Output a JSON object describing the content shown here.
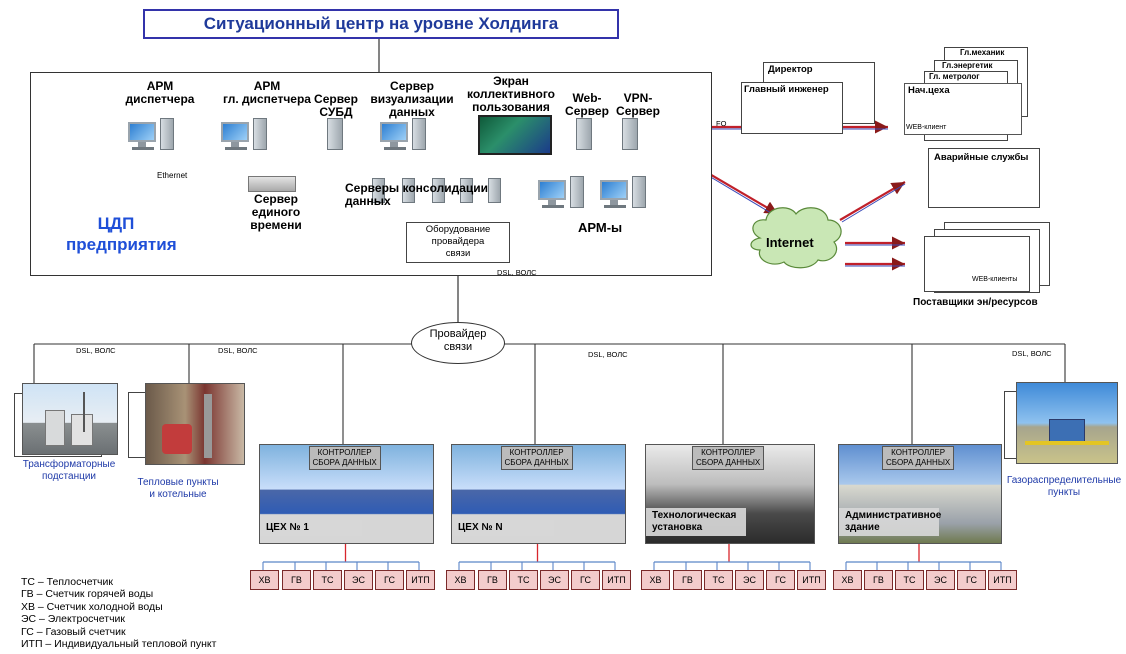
{
  "title": "Ситуационный центр на уровне Холдинга",
  "cdp": {
    "label_line1": "ЦДП",
    "label_line2": "предприятия",
    "arm_dispatcher": [
      "АРМ",
      "диспетчера"
    ],
    "arm_chief_dispatcher": [
      "АРМ",
      "гл. диспетчера"
    ],
    "dbms_server": [
      "Сервер",
      "СУБД"
    ],
    "viz_server": [
      "Сервер",
      "визуализации",
      "данных"
    ],
    "shared_screen": [
      "Экран",
      "коллективного",
      "пользования"
    ],
    "web_server": [
      "Web-",
      "Сервер"
    ],
    "vpn_server": [
      "VPN-",
      "Сервер"
    ],
    "ethernet": "Ethernet",
    "time_server": [
      "Сервер",
      "единого времени"
    ],
    "consolidation_servers": "Серверы консолидации данных",
    "arms": "АРМ-ы",
    "provider_equipment": [
      "Оборудование",
      "провайдера",
      "связи"
    ]
  },
  "links": {
    "fo": "FO",
    "dsl_1": "DSL, ВОЛС",
    "dsl_2": "DSL, ВОЛС",
    "dsl_3": "DSL, ВОЛС",
    "dsl_4": "DSL, ВОЛС",
    "dsl_5": "DSL, ВОЛС"
  },
  "right": {
    "chief_mechanic": "Гл.механик",
    "chief_power": "Гл.энергетик",
    "chief_metrologist": "Гл. метролог",
    "head_shop": "Нач.цеха",
    "web_client": "WEB-клиент",
    "director": "Директор",
    "chief_engineer": "Главный инженер",
    "emergency": "Аварийные службы",
    "internet": "Internet",
    "web_clients": "WEB-клиенты",
    "suppliers": "Поставщики эн/ресурсов"
  },
  "provider": [
    "Провайдер",
    "связи"
  ],
  "sites": {
    "transformer": [
      "Трансформаторные",
      "подстанции"
    ],
    "heat_points": [
      "Тепловые пункты",
      "и котельные"
    ],
    "gas_points": [
      "Газораспределительные",
      "пункты"
    ]
  },
  "controller": [
    "КОНТРОЛЛЕР",
    "СБОРА ДАННЫХ"
  ],
  "buildings": [
    {
      "name": [
        "ЦЕХ № 1"
      ]
    },
    {
      "name": [
        "ЦЕХ № N"
      ]
    },
    {
      "name": [
        "Технологическая",
        "установка"
      ]
    },
    {
      "name": [
        "Административное",
        "здание"
      ]
    }
  ],
  "meters": [
    "ХВ",
    "ГВ",
    "ТС",
    "ЭС",
    "ГС",
    "ИТП"
  ],
  "legend": [
    "ТС – Теплосчетчик",
    "ГВ – Счетчик горячей воды",
    "ХВ – Счетчик холодной воды",
    "ЭС – Электросчетчик",
    "ГС – Газовый счетчик",
    "ИТП – Индивидуальный тепловой пункт"
  ],
  "colors": {
    "title_text": "#1f3a9a",
    "cdp_label": "#1f4fd8",
    "link_red": "#c0202a",
    "link_blue": "#3a4ab8",
    "meter_fill": "#f3cccc",
    "cloud": "#c9e7b5"
  }
}
